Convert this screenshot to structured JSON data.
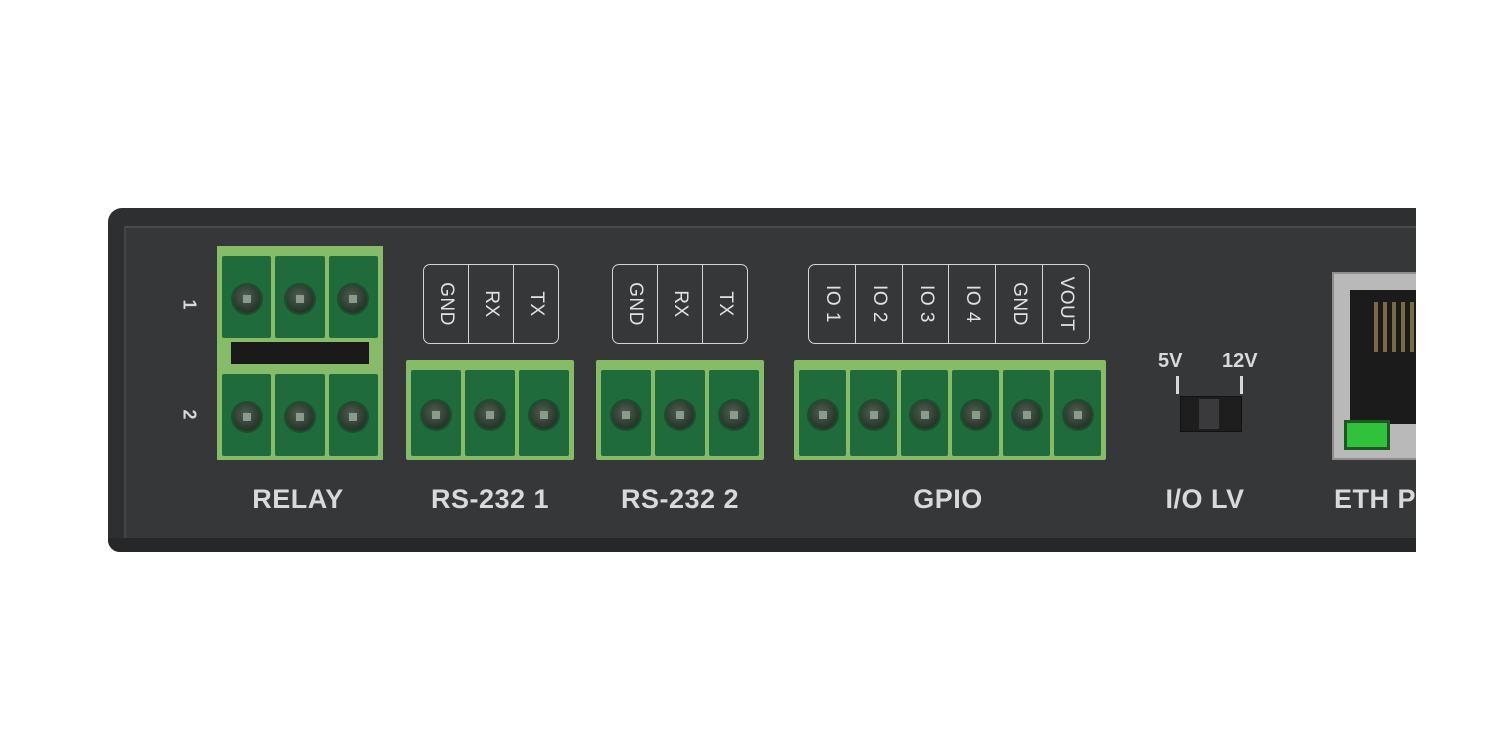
{
  "panel": {
    "relay": {
      "label": "RELAY",
      "row_numbers": [
        "1",
        "2"
      ],
      "pins_per_row": 3
    },
    "rs232_1": {
      "label": "RS-232 1",
      "pins": [
        "GND",
        "RX",
        "TX"
      ]
    },
    "rs232_2": {
      "label": "RS-232 2",
      "pins": [
        "GND",
        "RX",
        "TX"
      ]
    },
    "gpio": {
      "label": "GPIO",
      "pins": [
        "IO 1",
        "IO 2",
        "IO 3",
        "IO 4",
        "GND",
        "VOUT"
      ]
    },
    "io_lv": {
      "label": "I/O LV",
      "left_setting": "5V",
      "right_setting": "12V"
    },
    "eth": {
      "label": "ETH P"
    }
  },
  "colors": {
    "chassis": "#363739",
    "connector_green": "#86bb68",
    "connector_dark": "#1f6b3c",
    "label_text": "#d9d9d9",
    "eth_led": "#2fc23a"
  }
}
